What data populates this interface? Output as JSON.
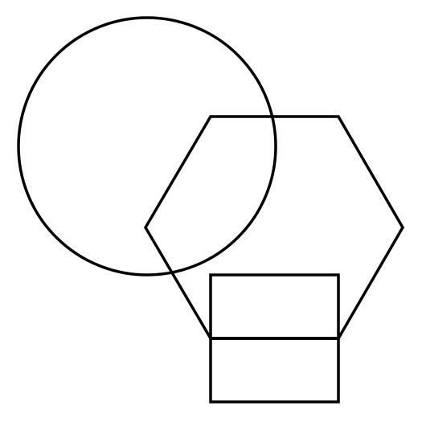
{
  "diagram": {
    "background": "#ffffff",
    "stroke_color": "#000000",
    "shapes": [
      {
        "kind": "circle"
      },
      {
        "kind": "hexagon"
      },
      {
        "kind": "rectangle"
      },
      {
        "kind": "rectangle"
      }
    ]
  }
}
